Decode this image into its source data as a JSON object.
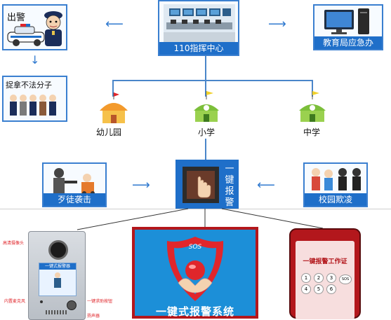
{
  "top": {
    "center_label": "110指挥中心",
    "dispatch_label": "出警",
    "edu_label": "教育局应急办",
    "arrest_label": "捉拿不法分子"
  },
  "schools": {
    "kindergarten": "幼儿园",
    "primary": "小学",
    "middle": "中学"
  },
  "row3": {
    "intruder": "歹徒袭击",
    "alarm_vertical": [
      "一",
      "键",
      "报",
      "警"
    ],
    "bullying": "校园欺凌"
  },
  "devices": {
    "terminal": {
      "panel_title": "一键式报警器",
      "labels": {
        "camera": "高清摄像头",
        "mic": "内置麦克风",
        "button": "一键求助按钮",
        "speaker": "扬声器"
      }
    },
    "system": {
      "sos": "SOS",
      "title": "一键式报警系统"
    },
    "phone": {
      "title": "一键报警工作证",
      "keys": [
        "1",
        "2",
        "3",
        "SOS",
        "4",
        "5",
        "6"
      ]
    }
  },
  "colors": {
    "accent_blue": "#1f6fc9",
    "alarm_red": "#e0262b",
    "panel_blue": "#1c8fd8",
    "dark_red": "#b3171c"
  }
}
